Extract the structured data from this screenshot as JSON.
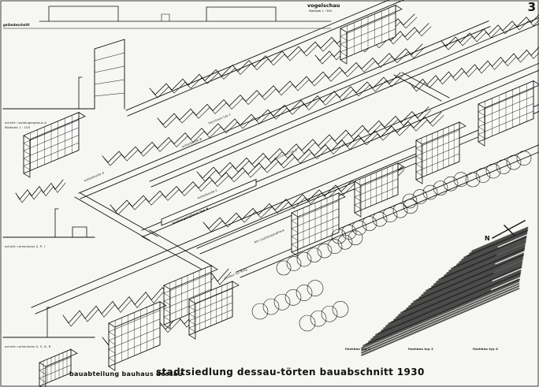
{
  "sheet": {
    "title": "stadtsiedlung dessau-törten bauabschnitt 1930",
    "page_number": "3",
    "view_label": "vogelschau",
    "view_scale": "Maßstab 1 : 500",
    "office_label": "bauabteilung bauhaus dessau",
    "terrain_label": "geländeschnitt"
  },
  "sections": [
    {
      "label": "schnitt: laubenganghaus A",
      "scale": "Maßstab 1 : 100"
    },
    {
      "label": "schnitt: reihenhaus 0, P, I"
    },
    {
      "label": "schnitt: reihenhaus 0, S, D, R"
    }
  ],
  "street_labels": [
    "mittelbreite A",
    "mittelbreite B",
    "mittelbreite C",
    "Am Laubenganghaus",
    "Großes Tor Ring"
  ],
  "building_labels": [
    "laubenganghaus typ A",
    "flachhaus typ 1",
    "flachhaus typ 2"
  ],
  "north_arrow": "N",
  "legend": [
    {
      "label": "flachbau typ 1"
    },
    {
      "label": "flachbau typ 2"
    },
    {
      "label": "flachbau typ 4"
    }
  ],
  "colors": {
    "ink": "#111111",
    "paper": "#f6f6f3"
  }
}
